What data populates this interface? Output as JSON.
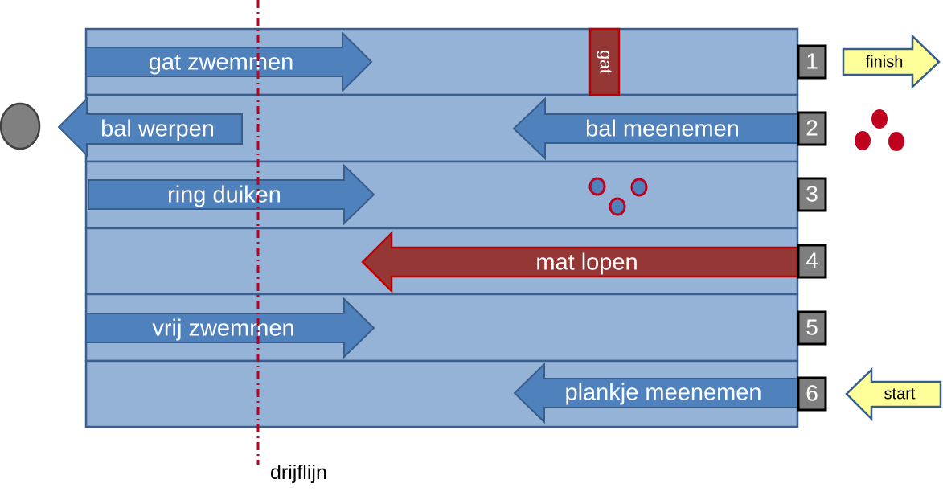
{
  "colors": {
    "pool_fill": "#95b3d7",
    "pool_stroke": "#3a5f8f",
    "arrow_blue": "#4f81bd",
    "arrow_blue_stroke": "#385d8a",
    "arrow_red": "#953735",
    "arrow_red_stroke": "#c00000",
    "number_box": "#7f7f7f",
    "yellow_arrow": "#ffff99",
    "drift_line": "#c0001f",
    "ball": "#c0001f",
    "gray_ball": "#808080"
  },
  "lanes": [
    {
      "number": "1",
      "activity": "gat zwemmen",
      "direction": "right",
      "color": "blue"
    },
    {
      "number": "2",
      "activity": "bal meenemen",
      "direction": "left",
      "color": "blue"
    },
    {
      "number": "3",
      "activity": "ring duiken",
      "direction": "right",
      "color": "blue"
    },
    {
      "number": "4",
      "activity": "mat lopen",
      "direction": "left",
      "color": "red"
    },
    {
      "number": "5",
      "activity": "vrij zwemmen",
      "direction": "right",
      "color": "blue"
    },
    {
      "number": "6",
      "activity": "plankje meenemen",
      "direction": "left",
      "color": "blue"
    }
  ],
  "gat_label": "gat",
  "bal_werpen_label": "bal werpen",
  "finish_label": "finish",
  "start_label": "start",
  "drift_line_label": "drijflijn",
  "icons": {
    "balls": "red-balls-icon",
    "rings": "rings-icon",
    "target": "gray-ball-icon"
  }
}
